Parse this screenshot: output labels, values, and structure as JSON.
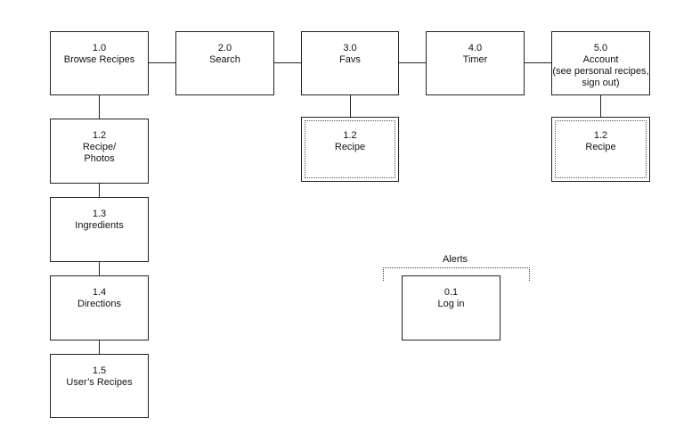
{
  "nodes": {
    "browse": {
      "id": "1.0",
      "label": "Browse Recipes"
    },
    "search": {
      "id": "2.0",
      "label": "Search"
    },
    "favs": {
      "id": "3.0",
      "label": "Favs"
    },
    "timer": {
      "id": "4.0",
      "label": "Timer"
    },
    "account": {
      "id": "5.0",
      "label": "Account",
      "note1": "(see personal recipes,",
      "note2": "sign out)"
    },
    "recipe_photos": {
      "id": "1.2",
      "label1": "Recipe/",
      "label2": "Photos"
    },
    "ingredients": {
      "id": "1.3",
      "label": "Ingredients"
    },
    "directions": {
      "id": "1.4",
      "label": "Directions"
    },
    "users_recipes": {
      "id": "1.5",
      "label": "User’s Recipes"
    },
    "favs_recipe": {
      "id": "1.2",
      "label": "Recipe"
    },
    "account_recipe": {
      "id": "1.2",
      "label": "Recipe"
    },
    "login": {
      "id": "0.1",
      "label": "Log in"
    }
  },
  "alerts": {
    "label": "Alerts"
  }
}
